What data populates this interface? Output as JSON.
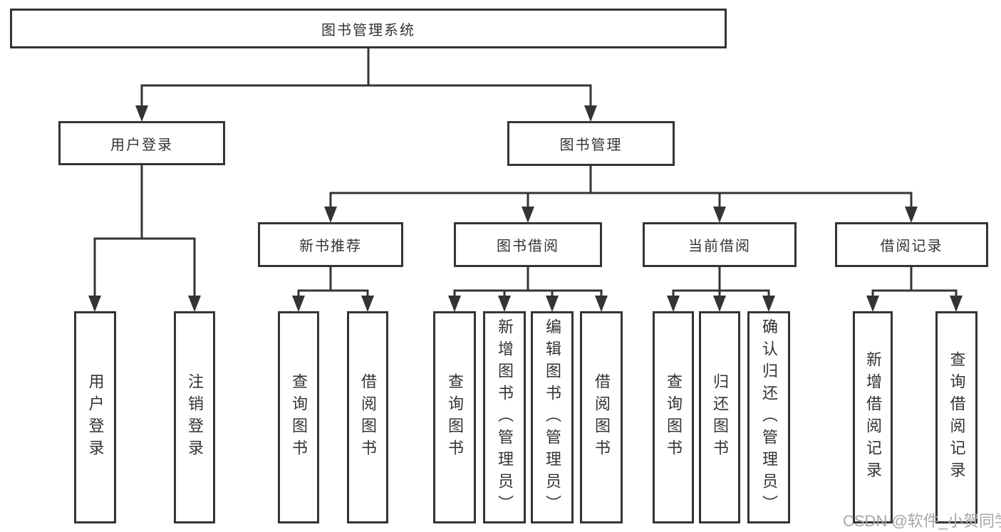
{
  "diagram": {
    "root": {
      "label": "图书管理系统"
    },
    "level2": [
      {
        "label": "用户登录"
      },
      {
        "label": "图书管理"
      }
    ],
    "level3": [
      {
        "label": "新书推荐"
      },
      {
        "label": "图书借阅"
      },
      {
        "label": "当前借阅"
      },
      {
        "label": "借阅记录"
      }
    ],
    "leaves": {
      "user_login": [
        "用户登录",
        "注销登录"
      ],
      "new_book": [
        "查询图书",
        "借阅图书"
      ],
      "book_borrow": [
        "查询图书",
        "新增图书（管理员）",
        "编辑图书（管理员）",
        "借阅图书"
      ],
      "current_borrow": [
        "查询图书",
        "归还图书",
        "确认归还（管理员）"
      ],
      "borrow_records": [
        "新增借阅记录",
        "查询借阅记录"
      ]
    }
  },
  "watermark": {
    "text": "CSDN @软件_小贺同学"
  },
  "colors": {
    "line": "#343434",
    "text": "#333333",
    "background": "#ffffff",
    "watermark": "#a6a6a6"
  }
}
